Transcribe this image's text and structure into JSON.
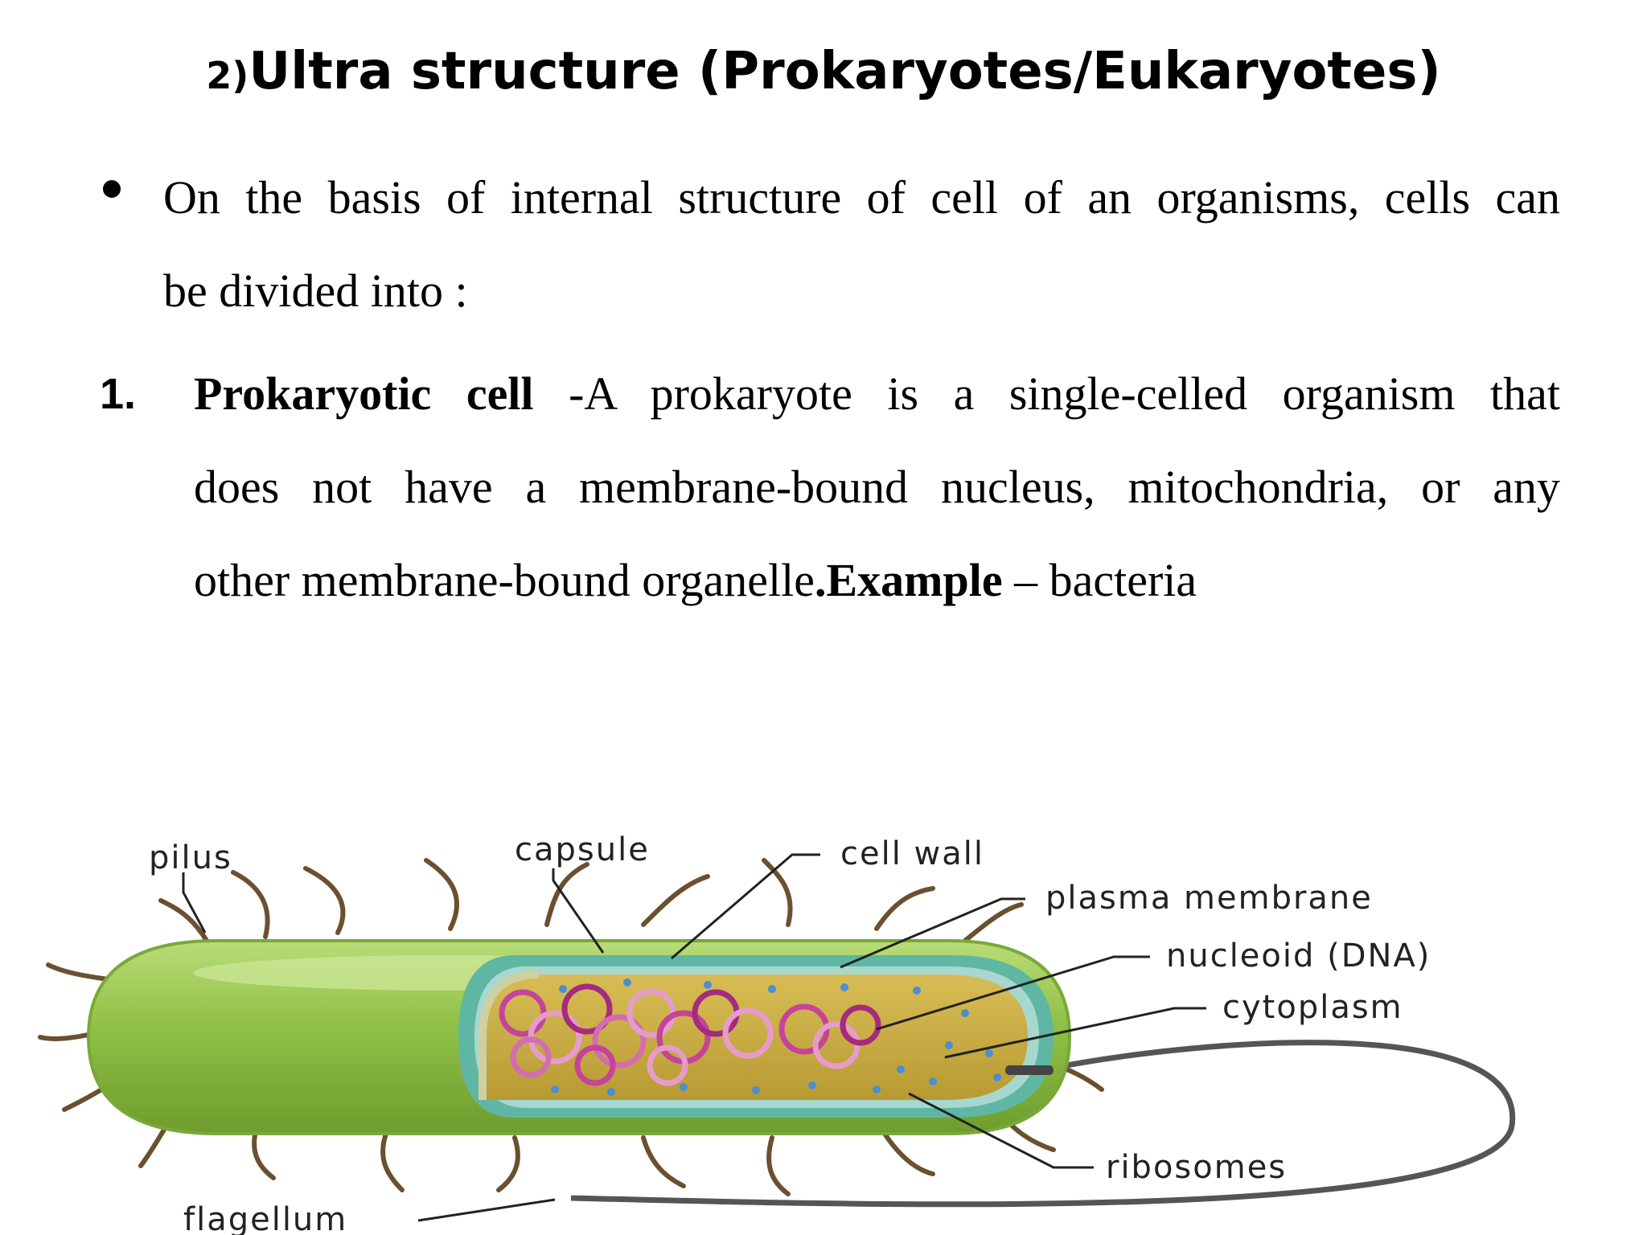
{
  "slide": {
    "title_prefix": "2)",
    "title_main": "Ultra structure (Prokaryotes/Eukaryotes)"
  },
  "bullet": {
    "line1": "On the basis of internal structure of cell of an organisms, cells can",
    "line2": "be divided into :"
  },
  "item1": {
    "number": "1.",
    "term": "Prokaryotic cell",
    "line1_rest": " -A prokaryote is a single-celled organism that",
    "line2": "does not have a membrane-bound nucleus, mitochondria, or any",
    "line3_text": "other membrane-bound organelle",
    "line3_period": ".",
    "example_label": "Example",
    "example_dash": " – ",
    "example_value": "bacteria"
  },
  "diagram": {
    "labels": {
      "pilus": "pilus",
      "capsule": "capsule",
      "cell_wall": "cell wall",
      "plasma_membrane": "plasma membrane",
      "nucleoid": "nucleoid (DNA)",
      "cytoplasm": "cytoplasm",
      "ribosomes": "ribosomes",
      "flagellum": "flagellum"
    },
    "colors": {
      "capsule_outer": "#8fc045",
      "capsule_light": "#b9dc78",
      "cell_wall": "#5fb7a3",
      "plasma_membrane": "#a7d8cf",
      "cytoplasm": "#c9ad42",
      "nucleoid": "#c5439b",
      "ribosome": "#4a8fd0",
      "pilus": "#6b5030"
    }
  }
}
